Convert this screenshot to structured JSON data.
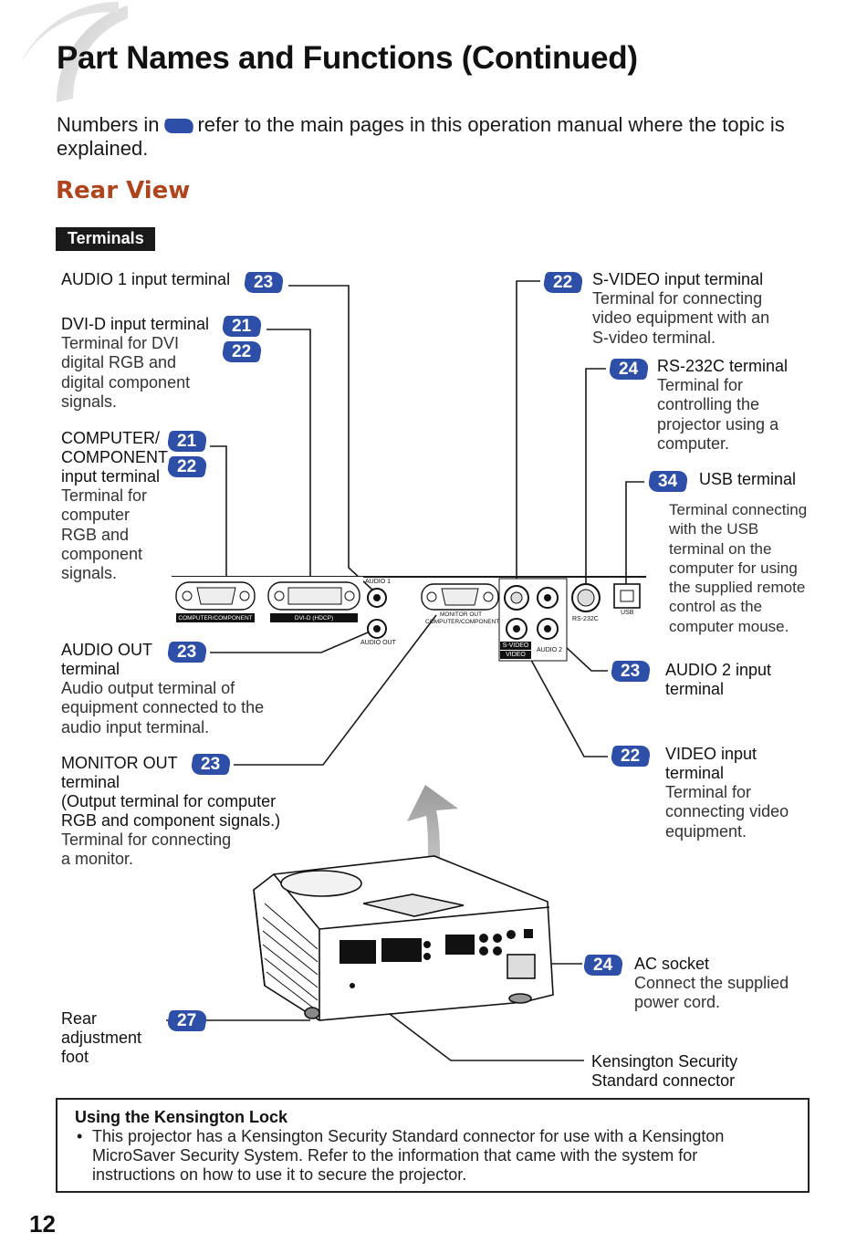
{
  "page": {
    "title": "Part Names and Functions (Continued)",
    "intro_before": "Numbers in",
    "intro_after": "refer to the main pages in this operation manual where the topic is explained.",
    "section_title": "Rear View",
    "subsection_tag": "Terminals",
    "page_number": "12"
  },
  "colors": {
    "badge": "#2e4fa8",
    "section_title": "#b0451d"
  },
  "left_callouts": {
    "audio1": {
      "label": "AUDIO 1 input terminal",
      "pages": [
        "23"
      ]
    },
    "dvid": {
      "label": "DVI-D input terminal",
      "desc": [
        "Terminal for DVI",
        "digital RGB and",
        "digital component",
        "signals."
      ],
      "pages": [
        "21",
        "22"
      ]
    },
    "computer": {
      "label": [
        "COMPUTER/",
        "COMPONENT",
        "input terminal"
      ],
      "desc": [
        "Terminal for",
        "computer",
        "RGB and",
        "component",
        "signals."
      ],
      "pages": [
        "21",
        "22"
      ]
    },
    "audio_out": {
      "label": [
        "AUDIO OUT",
        "terminal"
      ],
      "desc": [
        "Audio output terminal of",
        "equipment connected to the",
        "audio input terminal."
      ],
      "pages": [
        "23"
      ]
    },
    "monitor_out": {
      "label": [
        "MONITOR OUT",
        "terminal",
        "(Output terminal for computer",
        "RGB and component signals.)"
      ],
      "desc": [
        "Terminal for connecting",
        "a monitor."
      ],
      "pages": [
        "23"
      ]
    },
    "rear_foot": {
      "label": [
        "Rear",
        "adjustment",
        "foot"
      ],
      "pages": [
        "27"
      ]
    }
  },
  "right_callouts": {
    "svideo": {
      "label": "S-VIDEO input terminal",
      "desc": [
        "Terminal for connecting",
        "video equipment with an",
        "S-video terminal."
      ],
      "pages": [
        "22"
      ]
    },
    "rs232c": {
      "label": "RS-232C terminal",
      "desc": [
        "Terminal for",
        "controlling the",
        "projector using a",
        "computer."
      ],
      "pages": [
        "24"
      ]
    },
    "usb": {
      "label": "USB terminal",
      "desc": [
        "Terminal connecting",
        "with the USB",
        "terminal on the",
        "computer for using",
        "the supplied remote",
        "control as the",
        "computer mouse."
      ],
      "pages": [
        "34"
      ]
    },
    "audio2": {
      "label": [
        "AUDIO 2 input",
        "terminal"
      ],
      "pages": [
        "23"
      ]
    },
    "video": {
      "label": [
        "VIDEO input",
        "terminal"
      ],
      "desc": [
        "Terminal for",
        "connecting video",
        "equipment."
      ],
      "pages": [
        "22"
      ]
    },
    "ac": {
      "label": "AC socket",
      "desc": [
        "Connect the supplied",
        "power cord."
      ],
      "pages": [
        "24"
      ]
    },
    "kensington": {
      "label": [
        "Kensington Security",
        "Standard connector"
      ]
    }
  },
  "panel_labels": {
    "computer_component": "COMPUTER/COMPONENT",
    "dvid": "DVI-D (HDCP)",
    "audio1": "AUDIO 1",
    "audio_out": "AUDIO OUT",
    "monitor_out": [
      "MONITOR OUT",
      "COMPUTER/COMPONENT"
    ],
    "svideo": "S-VIDEO",
    "video": "VIDEO",
    "audio2": "AUDIO 2",
    "rs232c": "RS-232C",
    "usb": "USB"
  },
  "note": {
    "heading": "Using the Kensington Lock",
    "bullet": "•",
    "lines": [
      "This projector has a Kensington Security Standard connector for use with a Kensington",
      "MicroSaver Security System. Refer to the information that came with the system for",
      "instructions on how to use it to secure the projector."
    ]
  }
}
